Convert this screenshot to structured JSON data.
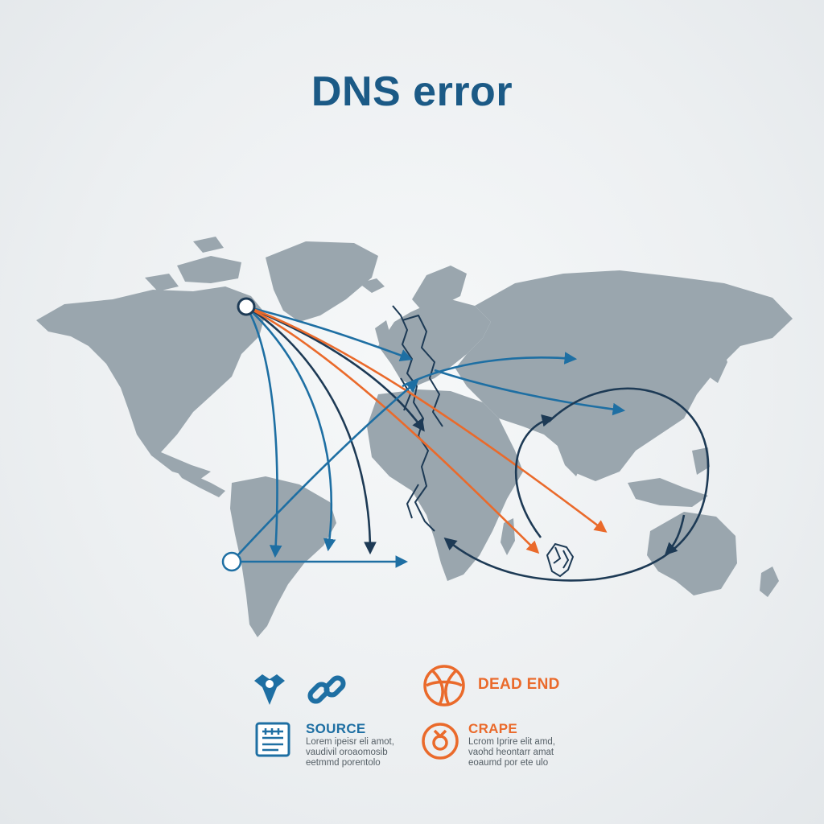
{
  "title": "DNS error",
  "colors": {
    "title": "#1b5a86",
    "land": "#9aa6ae",
    "blue": "#1e6fa3",
    "navy": "#1d3a55",
    "orange": "#ea6a2b",
    "crack": "#1d3a55"
  },
  "legend": {
    "source": {
      "title": "SOURCE",
      "desc": [
        "Lorem ipeisr eli amot,",
        "vaudivil oroaomosib",
        "eetmmd porentolo"
      ],
      "icons": [
        "location-pin-icon",
        "chain-link-icon",
        "document-list-icon"
      ]
    },
    "dead_end": {
      "title": "DEAD END",
      "icon": "globe-icon"
    },
    "crape": {
      "title": "CRAPE",
      "desc": [
        "Lcrom Iprire elit amd,",
        "vaohd heontarr amat",
        "eoaumd por ete ulo"
      ],
      "icon": "target-icon"
    }
  }
}
